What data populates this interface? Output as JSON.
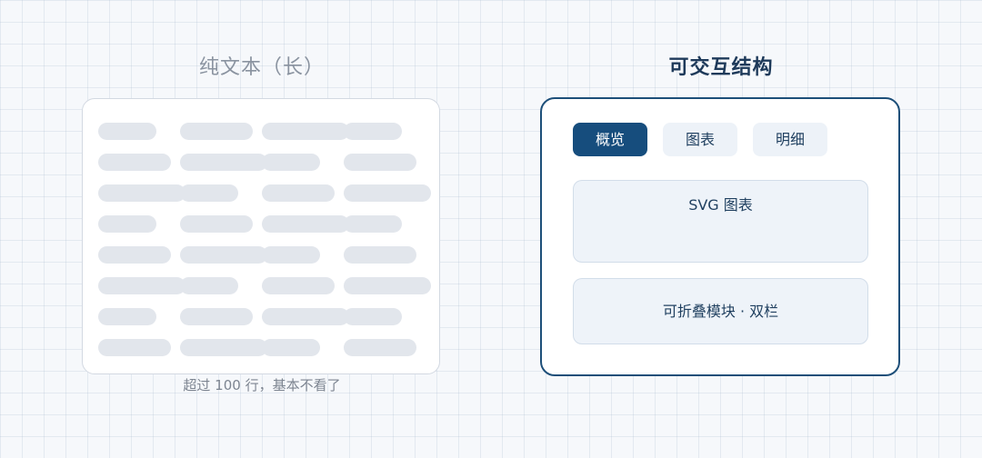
{
  "left_panel": {
    "title": "纯文本（长）",
    "caption": "超过 100 行，基本不看了"
  },
  "right_panel": {
    "title": "可交互结构",
    "tabs": [
      {
        "label": "概览",
        "active": true
      },
      {
        "label": "图表",
        "active": false
      },
      {
        "label": "明细",
        "active": false
      }
    ],
    "chart_module": {
      "label": "SVG 图表"
    },
    "fold_module": {
      "label": "可折叠模块 · 双栏"
    }
  },
  "colors": {
    "accent": "#164d7d",
    "card_border": "#1d4f79",
    "placeholder_bar": "#e2e6ec",
    "module_bg": "#eef3f9"
  }
}
